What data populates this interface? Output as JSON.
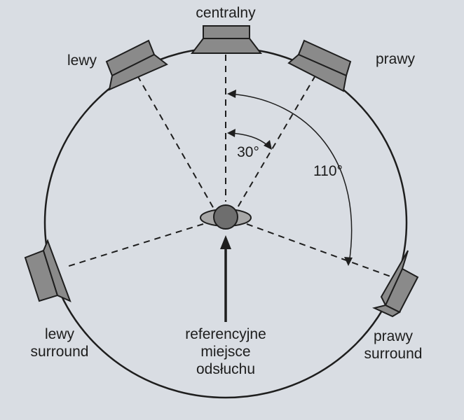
{
  "speakers": {
    "center": "centralny",
    "left": "lewy",
    "right": "prawy",
    "left_surround": [
      "lewy",
      "surround"
    ],
    "right_surround": [
      "prawy",
      "surround"
    ]
  },
  "angles": {
    "front": "30°",
    "surround": "110°"
  },
  "listener": [
    "referencyjne",
    "miejsce",
    "odsłuchu"
  ],
  "colors": {
    "background": "#d9dde3",
    "speaker_fill": "#8a8a8a",
    "line": "#1e1e1e"
  }
}
